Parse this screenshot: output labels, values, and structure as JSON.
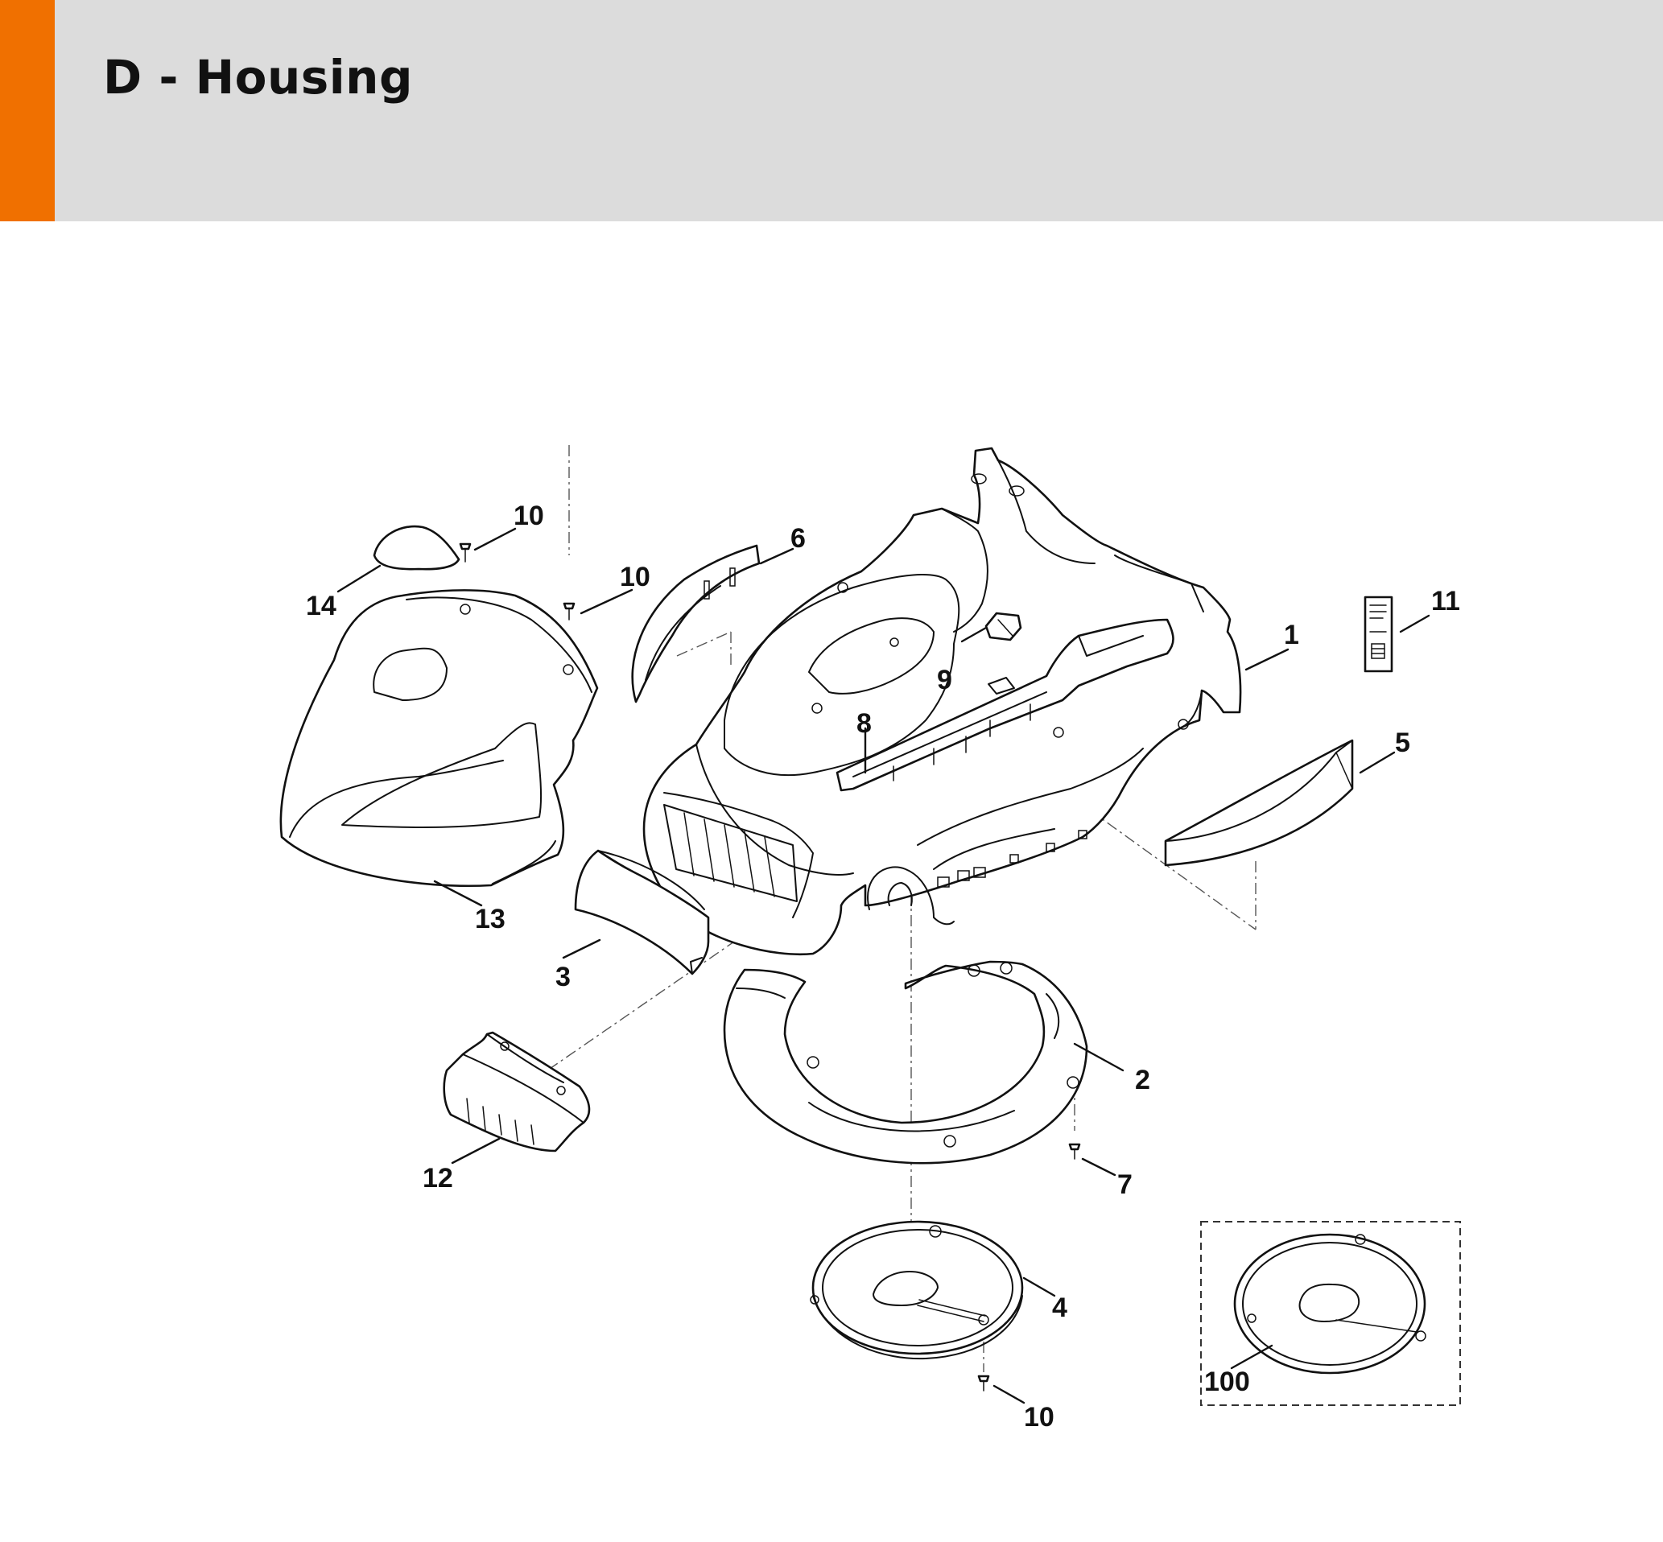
{
  "header": {
    "title": "D - Housing",
    "accent_color": "#f07000",
    "background_color": "#dcdcdc"
  },
  "callouts": [
    {
      "id": "c1",
      "label": "1"
    },
    {
      "id": "c2",
      "label": "2"
    },
    {
      "id": "c3",
      "label": "3"
    },
    {
      "id": "c4",
      "label": "4"
    },
    {
      "id": "c5",
      "label": "5"
    },
    {
      "id": "c6",
      "label": "6"
    },
    {
      "id": "c7",
      "label": "7"
    },
    {
      "id": "c8",
      "label": "8"
    },
    {
      "id": "c9",
      "label": "9"
    },
    {
      "id": "c10a",
      "label": "10"
    },
    {
      "id": "c10b",
      "label": "10"
    },
    {
      "id": "c10c",
      "label": "10"
    },
    {
      "id": "c11",
      "label": "11"
    },
    {
      "id": "c12",
      "label": "12"
    },
    {
      "id": "c13",
      "label": "13"
    },
    {
      "id": "c14",
      "label": "14"
    },
    {
      "id": "c100",
      "label": "100"
    }
  ]
}
